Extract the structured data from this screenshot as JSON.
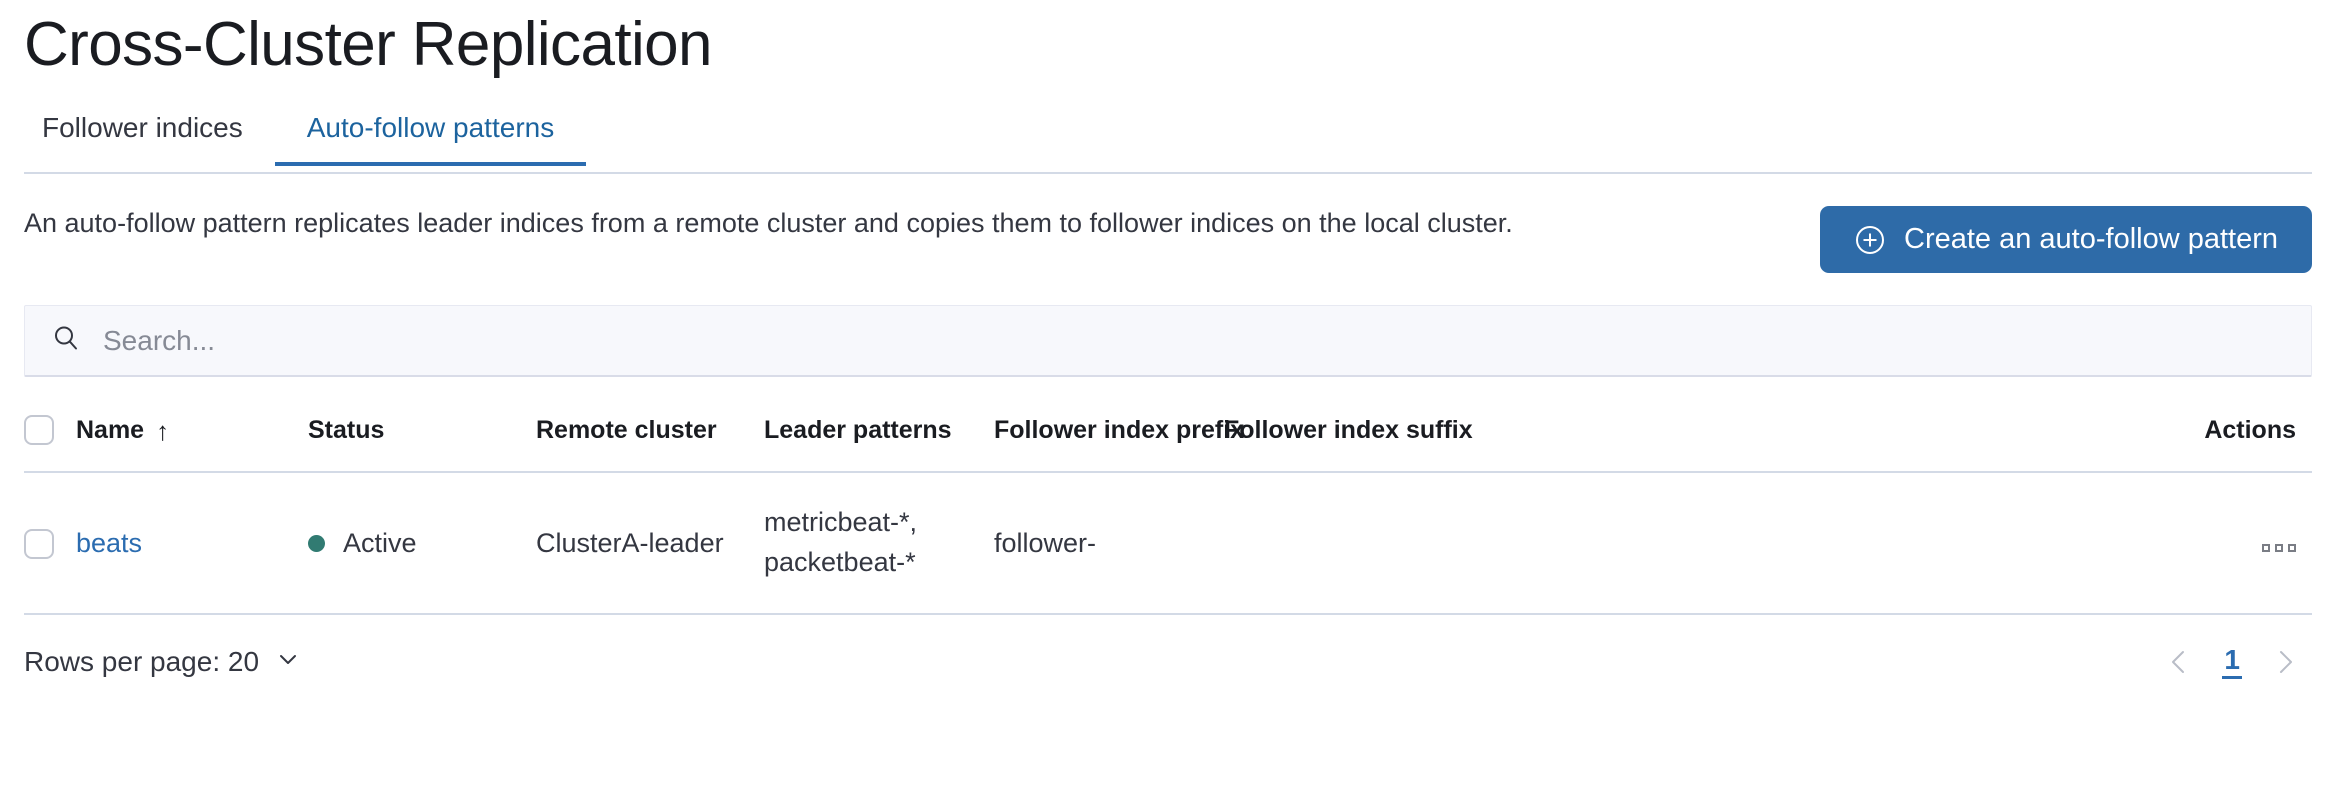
{
  "page": {
    "title": "Cross-Cluster Replication"
  },
  "tabs": [
    {
      "label": "Follower indices",
      "active": false
    },
    {
      "label": "Auto-follow patterns",
      "active": true
    }
  ],
  "description": {
    "text": "An auto-follow pattern replicates leader indices from a remote cluster and copies them to follower indices on the local cluster."
  },
  "actions": {
    "create_label": "Create an auto-follow pattern",
    "create_icon": "plus-in-circle-icon",
    "create_color": "#2e6ba8"
  },
  "search": {
    "placeholder": "Search...",
    "value": "",
    "icon": "search-icon"
  },
  "table": {
    "columns": [
      "Name",
      "Status",
      "Remote cluster",
      "Leader patterns",
      "Follower index prefix",
      "Follower index suffix",
      "Actions"
    ],
    "sort": {
      "column": "Name",
      "direction": "asc",
      "glyph": "↑"
    },
    "rows": [
      {
        "selected": false,
        "name": "beats",
        "status": "Active",
        "status_color": "#317b72",
        "remote_cluster": "ClusterA-leader",
        "leader_patterns": "metricbeat-*,\npacketbeat-*",
        "follower_index_prefix": "follower-",
        "follower_index_suffix": "",
        "actions_icon": "ellipsis-horizontal-icon"
      }
    ]
  },
  "footer": {
    "rows_per_page_label": "Rows per page: 20",
    "rows_per_page_value": "20",
    "pagination": {
      "prev_icon": "chevron-left-icon",
      "next_icon": "chevron-right-icon",
      "current_page": "1"
    }
  }
}
